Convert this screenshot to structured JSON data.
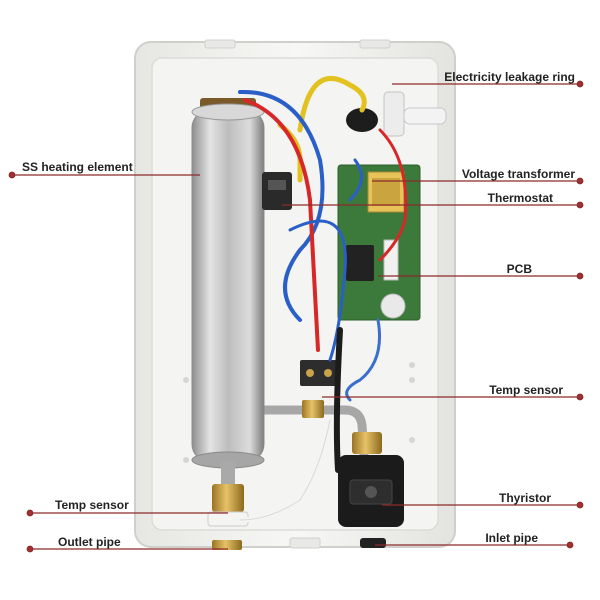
{
  "callouts": {
    "leakage_ring": "Electricity leakage ring",
    "heating_element": "SS heating element",
    "voltage_transformer": "Voltage transformer",
    "thermostat": "Thermostat",
    "pcb": "PCB",
    "temp_sensor_right": "Temp sensor",
    "temp_sensor_left": "Temp sensor",
    "thyristor": "Thyristor",
    "outlet_pipe": "Outlet pipe",
    "inlet_pipe": "Inlet pipe"
  },
  "colors": {
    "leader_line": "#8c2a2a",
    "leader_dot": "#a33030",
    "label_text": "#222222",
    "housing": "#f2f2f0",
    "steel": "#b9b9b9",
    "brass": "#c9a24a"
  }
}
